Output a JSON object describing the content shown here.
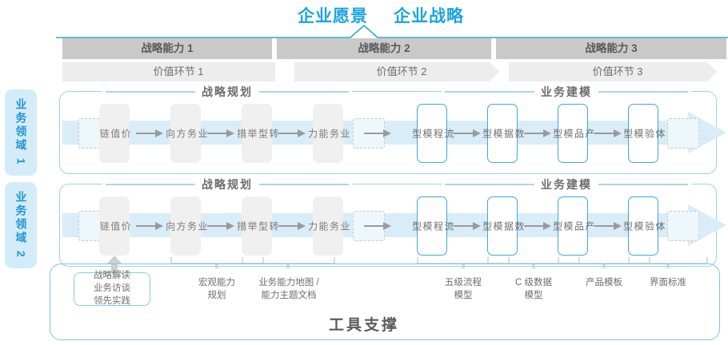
{
  "header": {
    "vision_title": "企业愿景",
    "strategy_title": "企业战略"
  },
  "capability_bands": [
    {
      "label": "战略能力 1"
    },
    {
      "label": "战略能力 2"
    },
    {
      "label": "战略能力 3"
    }
  ],
  "value_link_bands": [
    {
      "label": "价值环节 1"
    },
    {
      "label": "价值环节 2"
    },
    {
      "label": "价值环节 3"
    }
  ],
  "domains": [
    {
      "label": "业务领域 1"
    },
    {
      "label": "业务领域 2"
    }
  ],
  "sections": {
    "planning": "战略规划",
    "modeling": "业务建模"
  },
  "nodes": {
    "planning": [
      {
        "label": "价\n值\n链",
        "style": "gray"
      },
      {
        "label": "业\n务\n方\n向",
        "style": "gray"
      },
      {
        "label": "转\n型\n举\n措",
        "style": "gray"
      },
      {
        "label": "业\n务\n能\n力",
        "style": "gray"
      }
    ],
    "modeling": [
      {
        "label": "流\n程\n模\n型",
        "style": "blue"
      },
      {
        "label": "数\n据\n模\n型",
        "style": "blue"
      },
      {
        "label": "产\n品\n模\n型",
        "style": "blue"
      },
      {
        "label": "体\n验\n模\n型",
        "style": "blue"
      }
    ]
  },
  "tools": {
    "boxed": "战略解读\n业务访谈\n领先实践",
    "items": [
      {
        "label": "宏观能力\n规划"
      },
      {
        "label": "业务能力地图 /\n能力主题文档"
      },
      {
        "label": "五级流程\n模型"
      },
      {
        "label": "C 级数据\n模型"
      },
      {
        "label": "产品模板"
      },
      {
        "label": "界面标准"
      }
    ],
    "support_title": "工具支撑"
  },
  "colors": {
    "accent_blue": "#1ca4e0",
    "node_blue_border": "#41a8da",
    "band_gray": "#c9c9c9",
    "band_light_gray": "#ededed",
    "arrow_pale_blue": "#d9edf8",
    "domain_tab_bg": "#d4ecf8"
  }
}
